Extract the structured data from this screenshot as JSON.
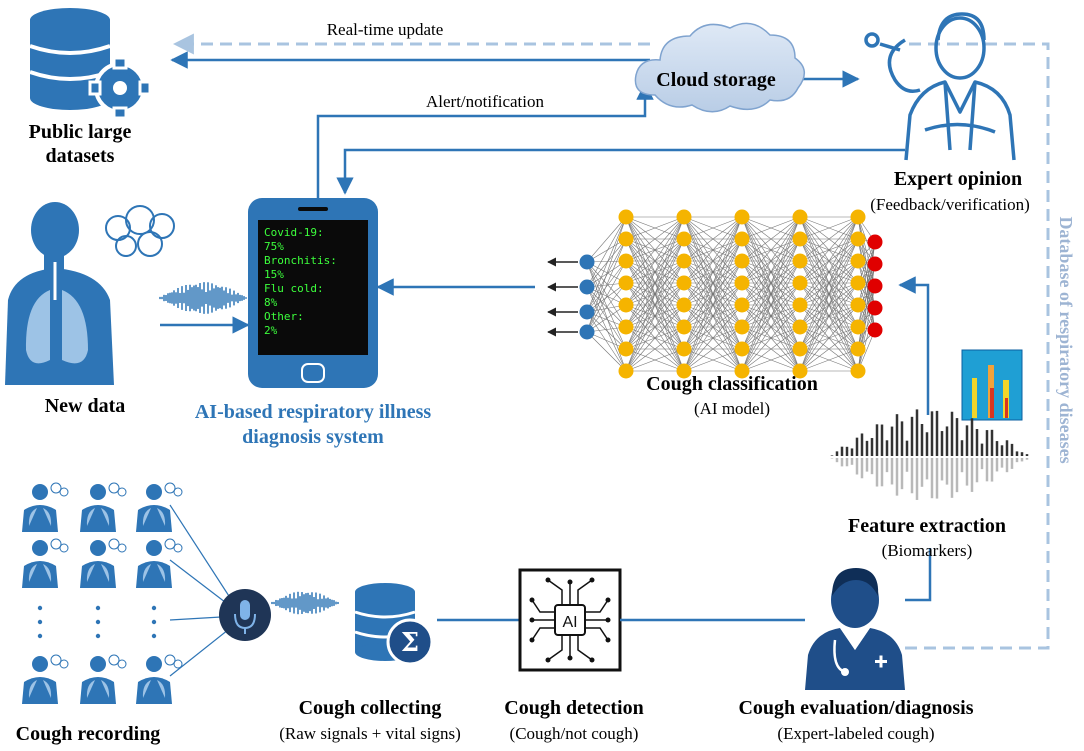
{
  "labels": {
    "public_datasets_line1": "Public large",
    "public_datasets_line2": "datasets",
    "real_time_update": "Real-time update",
    "alert_notification": "Alert/notification",
    "cloud_storage": "Cloud storage",
    "expert_opinion": "Expert opinion",
    "expert_opinion_sub": "(Feedback/verification)",
    "database_vertical": "Database of respiratory diseases",
    "new_data": "New data",
    "system_line1": "AI-based respiratory illness",
    "system_line2": "diagnosis system",
    "cough_classification": "Cough classification",
    "cough_classification_sub": "(AI model)",
    "feature_extraction": "Feature extraction",
    "feature_extraction_sub": "(Biomarkers)",
    "cough_recording": "Cough recording",
    "cough_collecting": "Cough collecting",
    "cough_collecting_sub": "(Raw signals + vital signs)",
    "cough_detection": "Cough detection",
    "cough_detection_sub": "(Cough/not  cough)",
    "cough_evaluation": "Cough evaluation/diagnosis",
    "cough_evaluation_sub": "(Expert-labeled cough)",
    "ai_chip": "AI"
  },
  "phone_screen": {
    "line1": "Covid-19:",
    "line2": "75%",
    "line3": "Bronchitis:",
    "line4": "15%",
    "line5": "Flu cold:",
    "line6": "8%",
    "line7": "Other:",
    "line8": "2%"
  },
  "colors": {
    "accent": "#2e75b6",
    "dashed": "#a9c4e0",
    "node_blue": "#2e75b6",
    "node_orange": "#f5b400",
    "node_red": "#e00000"
  }
}
